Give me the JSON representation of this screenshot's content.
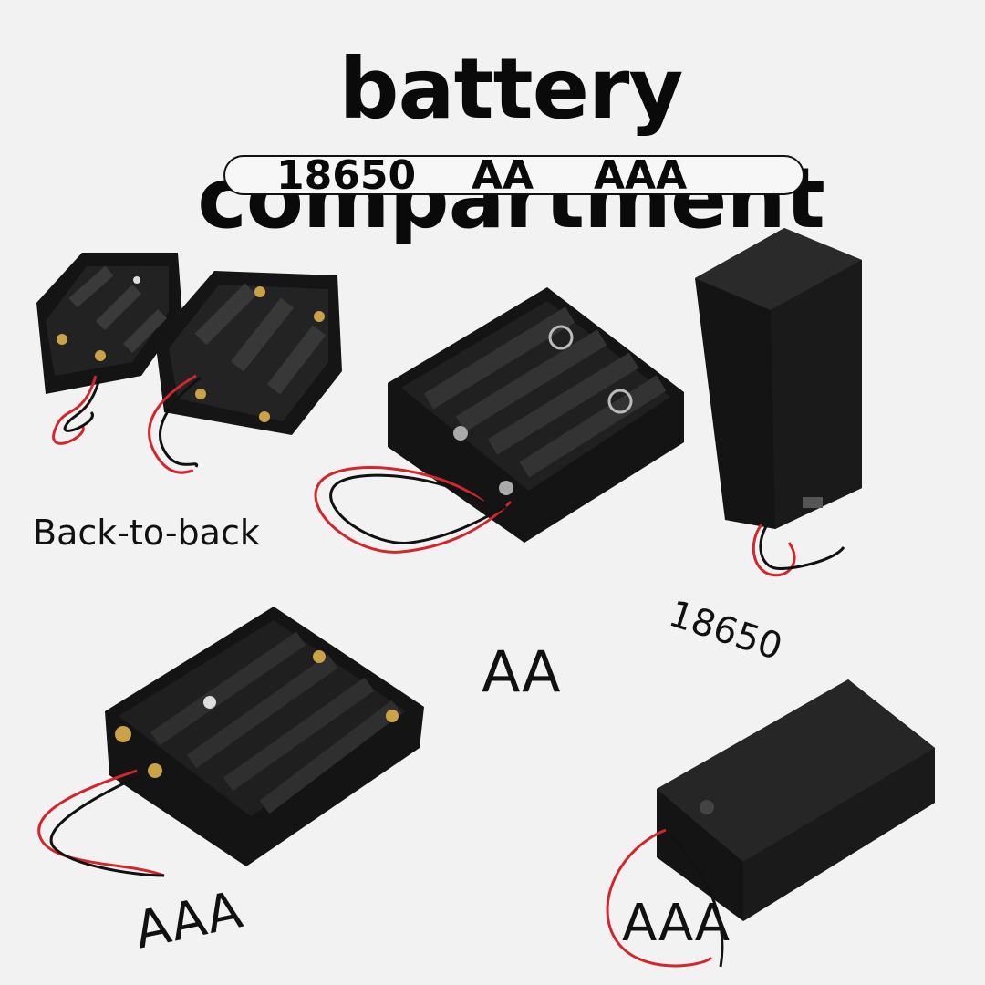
{
  "title": "battery compartment",
  "types": [
    "18650",
    "AA",
    "AAA"
  ],
  "labels": {
    "back_to_back": "Back-to-back",
    "holder_18650": "18650",
    "holder_aa": "AA",
    "holder_aaa_open": "AAA",
    "holder_aaa_boxed": "AAA"
  },
  "colors": {
    "background": "#f2f2f2",
    "plastic": "#141414",
    "wire_red": "#d4252b",
    "wire_black": "#111111",
    "contacts": "#c9a24a"
  }
}
